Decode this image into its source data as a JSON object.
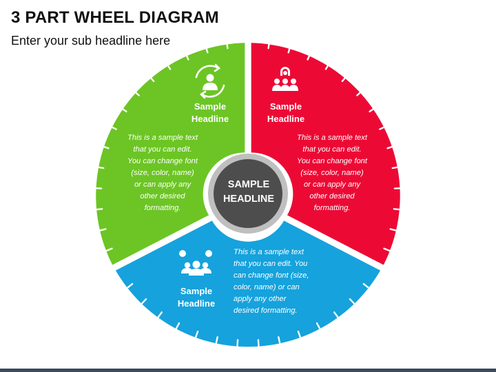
{
  "title": "3 PART WHEEL DIAGRAM",
  "subtitle": "Enter your sub headline here",
  "center": {
    "line1": "SAMPLE",
    "line2": "HEADLINE",
    "color": "#4d4d4d",
    "ring_color": "#bfbfbf"
  },
  "segments": [
    {
      "id": "green",
      "color": "#6cc524",
      "icon": "person-swap-icon",
      "heading_line1": "Sample",
      "heading_line2": "Headline",
      "body": [
        "This is a sample text",
        "that you can edit.",
        "You can change font",
        "(size, color, name)",
        "or can apply any",
        "other desired",
        "formatting."
      ]
    },
    {
      "id": "red",
      "color": "#ec0a35",
      "icon": "team-leader-icon",
      "heading_line1": "Sample",
      "heading_line2": "Headline",
      "body": [
        "This is a sample text",
        "that you can edit.",
        "You can change font",
        "(size, color, name)",
        "or can apply any",
        "other desired",
        "formatting."
      ]
    },
    {
      "id": "blue",
      "color": "#16a2dc",
      "icon": "group-chat-icon",
      "heading_line1": "Sample",
      "heading_line2": "Headline",
      "body": [
        "This is a sample text",
        "that you can edit. You",
        "can change font (size,",
        "color, name) or can",
        "apply any other",
        "desired formatting."
      ]
    }
  ],
  "footer_bar_color": "#3b4a5c"
}
